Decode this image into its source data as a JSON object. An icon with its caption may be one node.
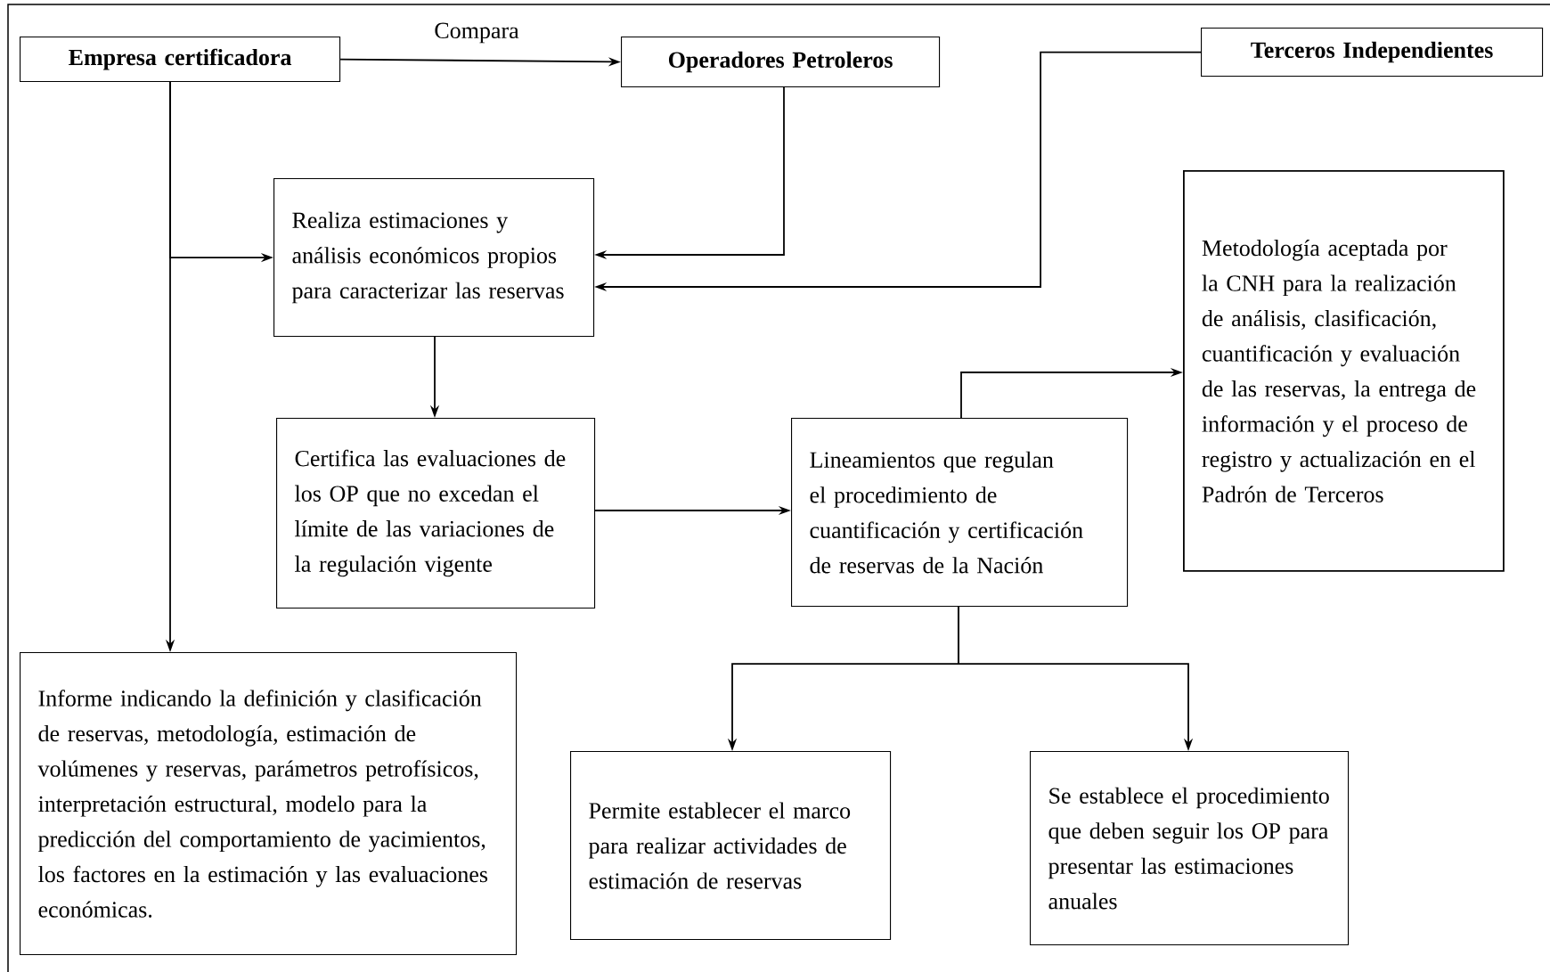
{
  "diagram": {
    "nodes": [
      {
        "text": [
          "Empresa certificadora"
        ]
      },
      {
        "text": [
          "Operadores Petroleros"
        ]
      },
      {
        "text": [
          "Terceros Independientes"
        ]
      },
      {
        "text": [
          "Realiza estimaciones y análisis económicos propios para caracterizar las reservas"
        ]
      },
      {
        "text": [
          "Metodología aceptada por la CNH para la realización de análisis, clasificación, cuantificación y evaluación de las reservas, la entrega de información y el proceso de registro y actualización en el Padrón de Terceros"
        ]
      },
      {
        "text": [
          "Certifica las evaluaciones de los OP que no excedan el límite de las variaciones de la regulación vigente"
        ]
      },
      {
        "text": [
          "Lineamientos que regulan el procedimiento de cuantificación y certificación de reservas de la Nación"
        ]
      },
      {
        "text": [
          "Informe indicando la definición y clasificación de reservas, metodología, estimación de volúmenes y reservas, parámetros petrofísicos, interpretación estructural, modelo para la predicción del comportamiento de yacimientos, los factores en la estimación y las evaluaciones económicas."
        ]
      },
      {
        "text": [
          "Permite establecer el marco para realizar actividades de estimación de reservas"
        ]
      },
      {
        "text": [
          "Se establece el procedimiento que deben seguir los OP para presentar las estimaciones anuales"
        ]
      }
    ],
    "edges": [
      {
        "from": 0,
        "to": 1,
        "arrow": "to",
        "label": "Compara"
      },
      {
        "from": 0,
        "to": 3,
        "arrow": "to"
      },
      {
        "from": 0,
        "to": 7,
        "arrow": "to"
      },
      {
        "from": 1,
        "to": 3,
        "arrow": "to"
      },
      {
        "from": 2,
        "to": 3,
        "arrow": "to"
      },
      {
        "from": 3,
        "to": 5,
        "arrow": "to"
      },
      {
        "from": 5,
        "to": 6,
        "arrow": "to"
      },
      {
        "from": 6,
        "to": 4,
        "arrow": "to"
      },
      {
        "from": 6,
        "to": 8,
        "arrow": "to"
      },
      {
        "from": 6,
        "to": 9,
        "arrow": "to"
      }
    ]
  }
}
